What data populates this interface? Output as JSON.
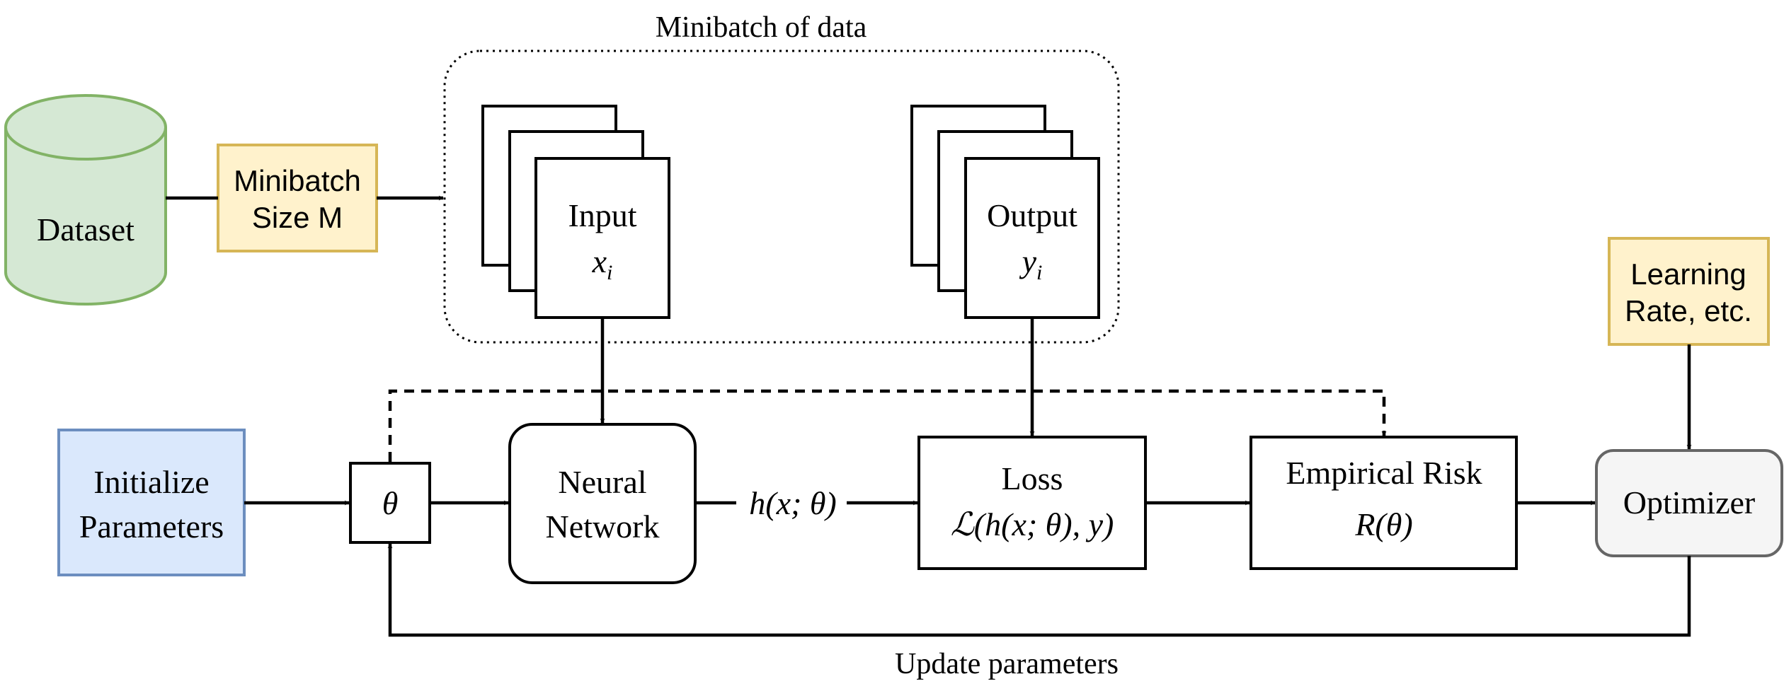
{
  "diagram": {
    "minibatch_group_label": "Minibatch of data",
    "dataset_label": "Dataset",
    "minibatch_size": {
      "line1": "Minibatch",
      "line2": "Size M"
    },
    "input": {
      "line1": "Input",
      "var": "x",
      "sub": "i"
    },
    "output": {
      "line1": "Output",
      "var": "y",
      "sub": "i"
    },
    "learning_rate": {
      "line1": "Learning",
      "line2": "Rate, etc."
    },
    "initialize": {
      "line1": "Initialize",
      "line2": "Parameters"
    },
    "theta": "θ",
    "neural_network": {
      "line1": "Neural",
      "line2": "Network"
    },
    "hypothesis": "h(x; θ)",
    "loss": {
      "line1": "Loss",
      "formula": "ℒ(h(x; θ), y)"
    },
    "empirical_risk": {
      "line1": "Empirical Risk",
      "formula": "R(θ)"
    },
    "optimizer": "Optimizer",
    "update_label": "Update parameters",
    "colors": {
      "dataset_fill": "#d5e8d4",
      "dataset_stroke": "#82b366",
      "param_fill": "#fff2cc",
      "param_stroke": "#d6b656",
      "init_fill": "#dae8fc",
      "init_stroke": "#6c8ebf",
      "optimizer_fill": "#f5f5f5",
      "optimizer_stroke": "#666666"
    }
  }
}
